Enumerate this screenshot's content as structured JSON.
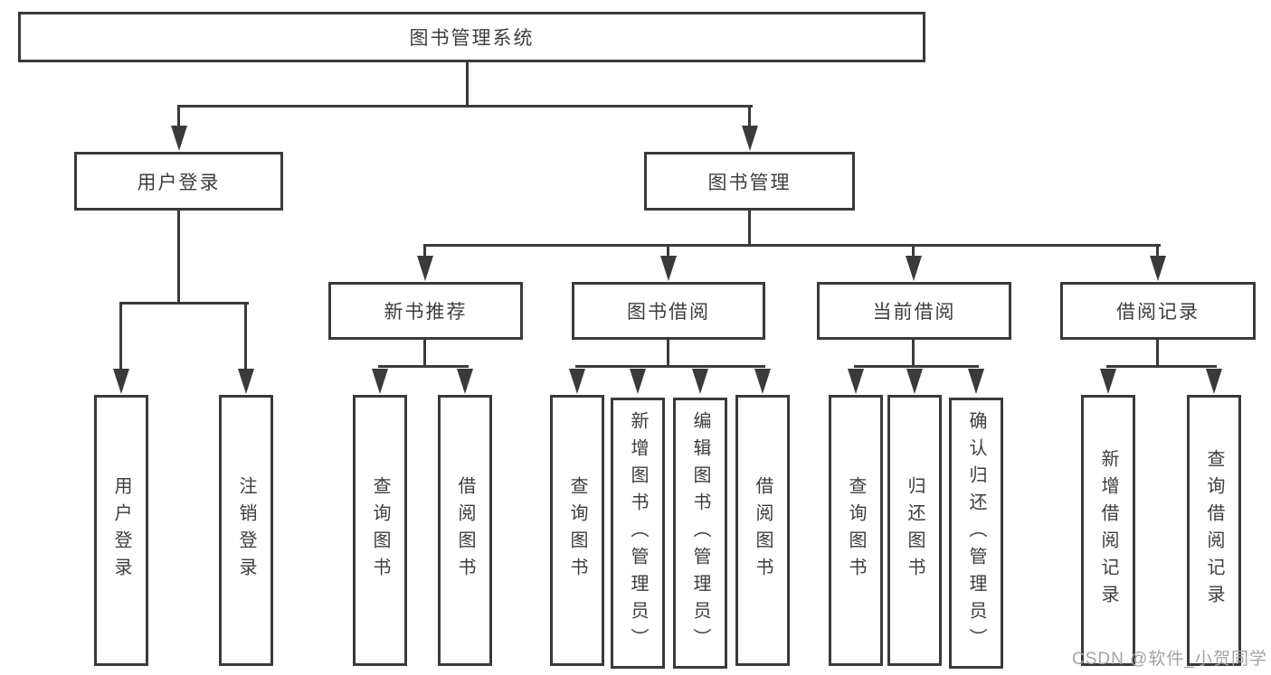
{
  "diagram": {
    "root": {
      "label": "图书管理系统"
    },
    "level2": [
      {
        "label": "用户登录"
      },
      {
        "label": "图书管理"
      }
    ],
    "level3": [
      {
        "label": "新书推荐",
        "parent": "图书管理"
      },
      {
        "label": "图书借阅",
        "parent": "图书管理"
      },
      {
        "label": "当前借阅",
        "parent": "图书管理"
      },
      {
        "label": "借阅记录",
        "parent": "图书管理"
      }
    ],
    "level4": [
      {
        "label": "用户登录",
        "parent": "用户登录"
      },
      {
        "label": "注销登录",
        "parent": "用户登录"
      },
      {
        "label": "查询图书",
        "parent": "新书推荐"
      },
      {
        "label": "借阅图书",
        "parent": "新书推荐"
      },
      {
        "label": "查询图书",
        "parent": "图书借阅"
      },
      {
        "label": "新增图书（管理员）",
        "parent": "图书借阅"
      },
      {
        "label": "编辑图书（管理员）",
        "parent": "图书借阅"
      },
      {
        "label": "借阅图书",
        "parent": "图书借阅"
      },
      {
        "label": "查询图书",
        "parent": "当前借阅"
      },
      {
        "label": "归还图书",
        "parent": "当前借阅"
      },
      {
        "label": "确认归还（管理员）",
        "parent": "当前借阅"
      },
      {
        "label": "新增借阅记录",
        "parent": "借阅记录"
      },
      {
        "label": "查询借阅记录",
        "parent": "借阅记录"
      }
    ]
  },
  "watermark": {
    "text": "CSDN @软件_小贺同学"
  },
  "colors": {
    "line": "#3a3a3a",
    "text": "#3d3d3d",
    "watermark": "#a3a3a3",
    "background": "#ffffff"
  }
}
